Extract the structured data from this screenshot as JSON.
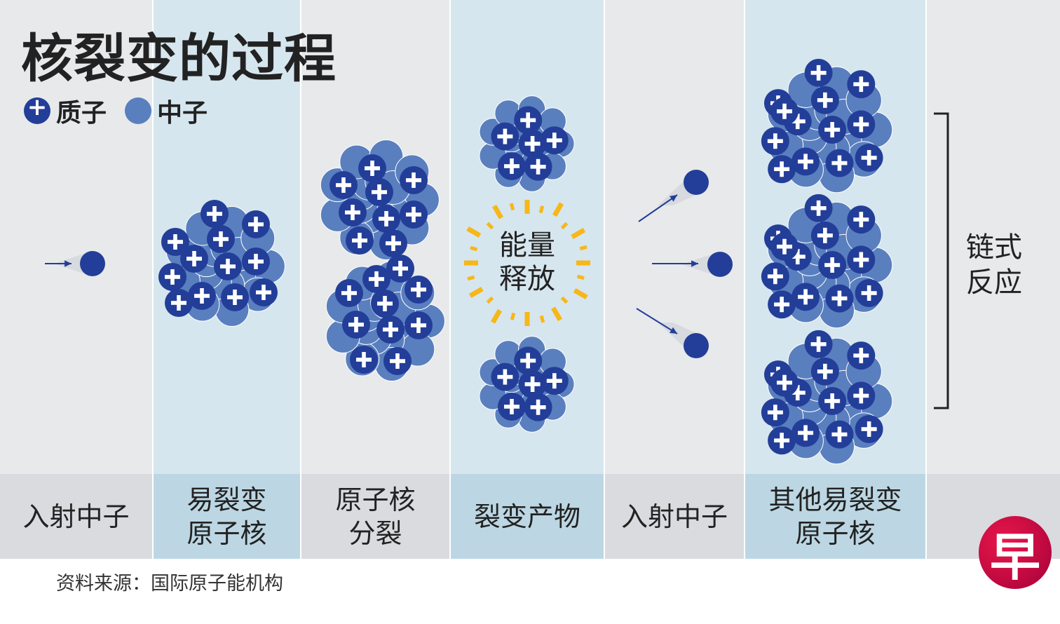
{
  "title": "核裂变的过程",
  "legend": {
    "proton": "质子",
    "neutron": "中子"
  },
  "columns": [
    "入射中子",
    "易裂变\n原子核",
    "原子核\n分裂",
    "裂变产物",
    "入射中子",
    "其他易裂变\n原子核",
    ""
  ],
  "energy_label": "能量\n释放",
  "chain_label": "链式\n反应",
  "source": "资料来源：国际原子能机构",
  "logo_text": "早",
  "colors": {
    "proton": "#233e98",
    "neutron": "#5a7fbf",
    "burst": "#f7b718",
    "gray": "#e8e9eb",
    "blue": "#d6e6ef"
  }
}
